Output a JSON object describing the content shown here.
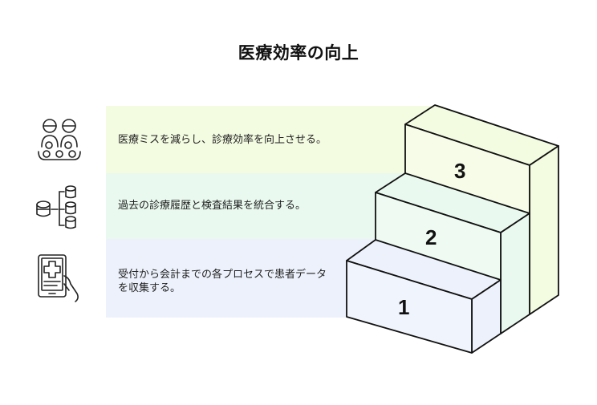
{
  "title": "医療効率の向上",
  "steps": [
    {
      "number": "1",
      "text": "受付から会計までの各プロセスで患者データを収集する。",
      "icon": "tablet-medical-hand-icon",
      "color": "#ecf1fb"
    },
    {
      "number": "2",
      "text": "過去の診療履歴と検査結果を統合する。",
      "icon": "database-merge-icon",
      "color": "#e9f9ef"
    },
    {
      "number": "3",
      "text": "医療ミスを減らし、診療効率を向上させる。",
      "icon": "medical-team-icon",
      "color": "#f3fbe1"
    }
  ]
}
